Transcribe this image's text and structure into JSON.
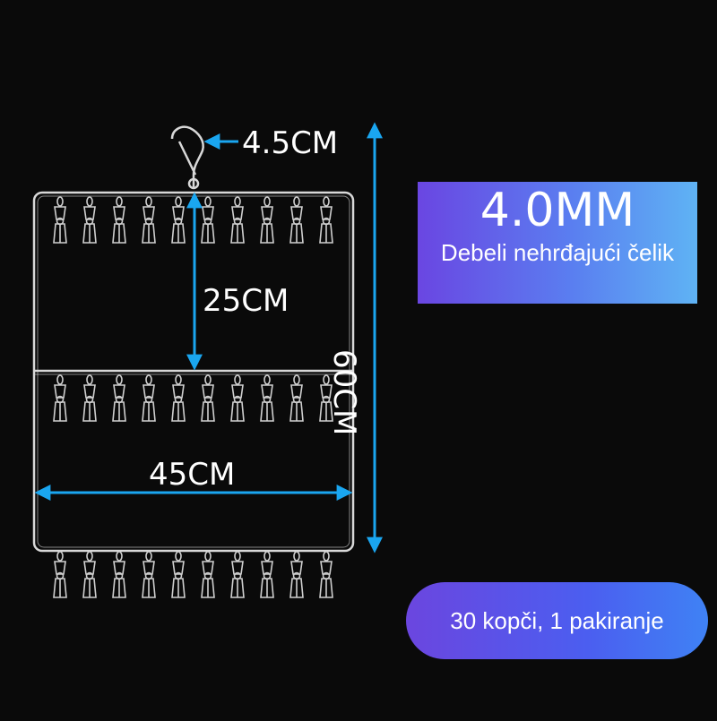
{
  "dimensions": {
    "hook": "4.5CM",
    "section_height": "25CM",
    "width": "45CM",
    "height": "60CM"
  },
  "spec_card": {
    "thickness": "4.0MM",
    "material": "Debeli nehrđajući čelik"
  },
  "package_badge": "30 kopči, 1 pakiranje",
  "colors": {
    "background": "#0a0a0a",
    "frame": "#d8d8d8",
    "arrow": "#1aa6f0",
    "accent_purple": "#6a46e2",
    "accent_blue": "#5fb3f4"
  },
  "clips_per_row": 10,
  "clip_rows": 3
}
